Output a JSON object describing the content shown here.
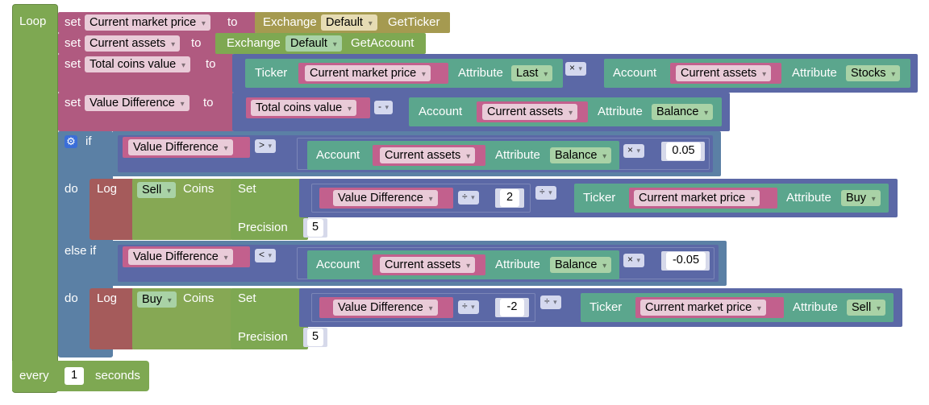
{
  "loop": {
    "label": "Loop",
    "every": "every",
    "interval": "1",
    "seconds": "seconds"
  },
  "statements": {
    "set1": {
      "set": "set",
      "var": "Current market price",
      "to": "to",
      "exchange": "Exchange",
      "exchange_name": "Default",
      "method": "GetTicker"
    },
    "set2": {
      "set": "set",
      "var": "Current assets",
      "to": "to",
      "exchange": "Exchange",
      "exchange_name": "Default",
      "method": "GetAccount"
    },
    "set3": {
      "set": "set",
      "var": "Total coins value",
      "to": "to",
      "ticker": "Ticker",
      "ticker_var": "Current market price",
      "attribute": "Attribute",
      "attr1": "Last",
      "op": "×",
      "account": "Account",
      "account_var": "Current assets",
      "attr2": "Stocks"
    },
    "set4": {
      "set": "set",
      "var": "Value Difference",
      "to": "to",
      "left": "Total coins value",
      "op": "-",
      "account": "Account",
      "account_var": "Current assets",
      "attribute": "Attribute",
      "attr": "Balance"
    }
  },
  "if_block": {
    "if": "if",
    "cond1": {
      "var": "Value Difference",
      "cmp": ">",
      "account": "Account",
      "account_var": "Current assets",
      "attribute": "Attribute",
      "attr": "Balance",
      "op": "×",
      "num": "0.05"
    },
    "do1": {
      "do": "do",
      "log": "Log",
      "side": "Sell",
      "coins": "Coins",
      "set": "Set",
      "var": "Value Difference",
      "div_op": "÷",
      "div_num": "2",
      "op2": "÷",
      "ticker": "Ticker",
      "ticker_var": "Current market price",
      "attribute": "Attribute",
      "attr": "Buy",
      "precision": "Precision",
      "precision_value": "5"
    },
    "else_if": "else if",
    "cond2": {
      "var": "Value Difference",
      "cmp": "<",
      "account": "Account",
      "account_var": "Current assets",
      "attribute": "Attribute",
      "attr": "Balance",
      "op": "×",
      "num": "-0.05"
    },
    "do2": {
      "do": "do",
      "log": "Log",
      "side": "Buy",
      "coins": "Coins",
      "set": "Set",
      "var": "Value Difference",
      "div_op": "÷",
      "div_num": "-2",
      "op2": "÷",
      "ticker": "Ticker",
      "ticker_var": "Current market price",
      "attribute": "Attribute",
      "attr": "Sell",
      "precision": "Precision",
      "precision_value": "5"
    }
  },
  "colors": {
    "loop": "#7ea852",
    "variables": "#b05a80",
    "math": "#5b68a6",
    "exchange": "#a59a50",
    "logic": "#5b80a5",
    "log": "#a55b5b",
    "account": "#5ba68d"
  }
}
